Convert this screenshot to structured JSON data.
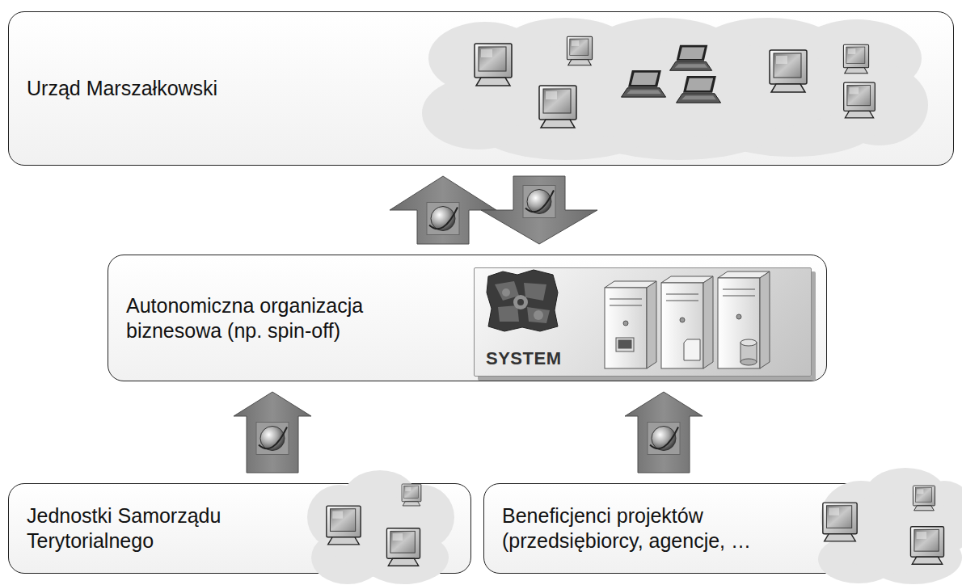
{
  "diagram": {
    "nodes": [
      {
        "text": [
          "Urząd Marszałkowski"
        ]
      },
      {
        "text": [
          "Autonomiczna organizacja biznesowa (np. spin-off)"
        ]
      },
      {
        "text": [
          "SYSTEM"
        ],
        "in": 1
      },
      {
        "text": [
          "Jednostki Samorządu Terytorialnego"
        ]
      },
      {
        "text": [
          "Beneficjenci projektów (przedsiębiorcy, agencje, …"
        ]
      }
    ],
    "edges": [
      {
        "from": 1,
        "to": 0,
        "arrow": "to"
      },
      {
        "from": 0,
        "to": 1,
        "arrow": "to"
      },
      {
        "from": 3,
        "to": 1,
        "arrow": "to"
      },
      {
        "from": 4,
        "to": 1,
        "arrow": "to"
      }
    ]
  }
}
